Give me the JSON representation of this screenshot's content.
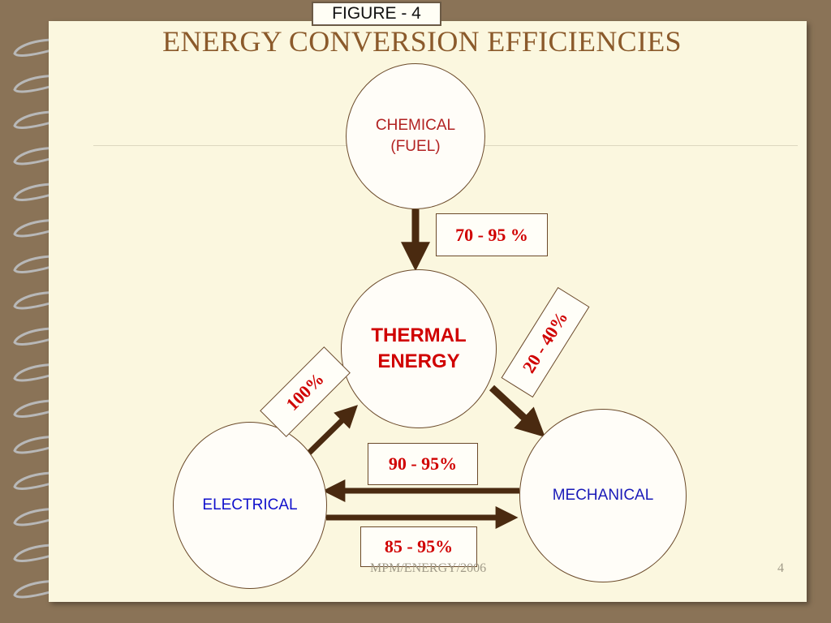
{
  "figure_label": "FIGURE - 4",
  "title": "ENERGY CONVERSION EFFICIENCIES",
  "nodes": {
    "chemical": {
      "line1": "CHEMICAL",
      "line2": "(FUEL)"
    },
    "thermal": {
      "line1": "THERMAL",
      "line2": "ENERGY"
    },
    "electrical": {
      "label": "ELECTRICAL"
    },
    "mechanical": {
      "label": "MECHANICAL"
    }
  },
  "efficiencies": {
    "chemical_to_thermal": "70 - 95 %",
    "electrical_to_thermal": "100%",
    "thermal_to_mechanical": "20 - 40%",
    "mechanical_to_electrical": "90 - 95%",
    "electrical_to_mechanical": "85 - 95%"
  },
  "colors": {
    "title": "#8b5a2b",
    "value_text": "#d00000",
    "arrow": "#4a2a10",
    "background": "#8a7357",
    "page": "#fbf7df"
  },
  "footer": {
    "text": "MPM/ENERGY/2006",
    "page_number": "4"
  }
}
